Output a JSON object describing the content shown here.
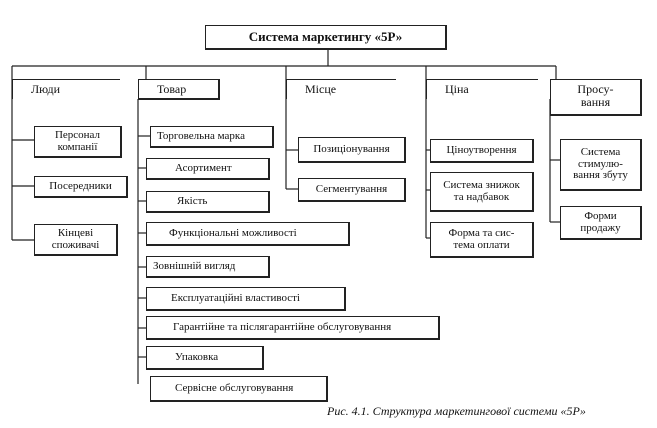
{
  "root": "Система маркетингу «5Р»",
  "categories": {
    "people": "Люди",
    "product": "Товар",
    "place": "Місце",
    "price": "Ціна",
    "promotion": "Просу-\nвання"
  },
  "people_items": [
    "Персонал\nкомпанії",
    "Посередники",
    "Кінцеві\nспоживачі"
  ],
  "product_items": [
    "Торговельна марка",
    "Асортимент",
    "Якість",
    "Функціональні можливості",
    "Зовнішній вигляд",
    "Експлуатаційні властивості",
    "Гарантійне та післягарантійне обслуговування",
    "Упаковка",
    "Сервісне обслуговування"
  ],
  "place_items": [
    "Позиціонування",
    "Сегментування"
  ],
  "price_items": [
    "Ціноутворення",
    "Система знижок\nта надбавок",
    "Форма та сис-\nтема оплати"
  ],
  "promotion_items": [
    "Система\nстимулю-\nвання збуту",
    "Форми\nпродажу"
  ],
  "caption": "Рис. 4.1. Структура маркетингової системи «5Р»"
}
